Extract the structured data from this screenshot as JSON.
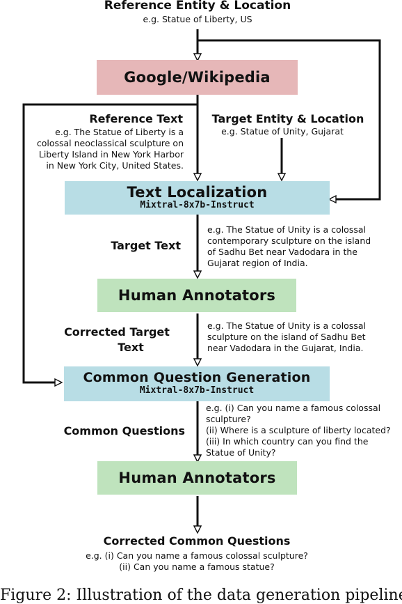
{
  "colors": {
    "google_box": "#e6b7b8",
    "localization_box": "#b8dde5",
    "annotator_box": "#bfe3bd",
    "question_box": "#b8dde5",
    "arrow": "#111111"
  },
  "top": {
    "title": "Reference Entity & Location",
    "example": "e.g. Statue of Liberty, US"
  },
  "google_box": {
    "title": "Google/Wikipedia"
  },
  "reference_text": {
    "title": "Reference Text",
    "lines": [
      "e.g. The Statue of Liberty is a",
      "colossal neoclassical sculpture on",
      "Liberty Island in New York Harbor",
      "in New York City, United States."
    ]
  },
  "target_entity": {
    "title": "Target Entity & Location",
    "example": "e.g. Statue of Unity, Gujarat"
  },
  "localization_box": {
    "title": "Text Localization",
    "model": "Mixtral-8x7b-Instruct"
  },
  "target_text": {
    "label": "Target Text",
    "lines": [
      "e.g. The Statue of Unity is a colossal",
      "contemporary sculpture on the island",
      "of Sadhu Bet near Vadodara in the",
      "Gujarat region of India."
    ]
  },
  "annotators_1": {
    "title": "Human Annotators"
  },
  "corrected_target": {
    "label_line1": "Corrected Target",
    "label_line2": "Text",
    "lines": [
      "e.g. The Statue of Unity is a colossal",
      "sculpture on the island of Sadhu Bet",
      "near Vadodara in the Gujarat, India."
    ]
  },
  "question_box": {
    "title": "Common Question Generation",
    "model": "Mixtral-8x7b-Instruct"
  },
  "common_questions": {
    "label": "Common Questions",
    "lines": [
      "e.g. (i) Can you name a famous colossal",
      "sculpture?",
      "(ii) Where is a sculpture of liberty located?",
      "(iii) In which country can you find the",
      "Statue of Unity?"
    ]
  },
  "annotators_2": {
    "title": "Human Annotators"
  },
  "bottom": {
    "title": "Corrected Common Questions",
    "line1": "e.g. (i) Can you name a famous colossal sculpture?",
    "line2": "(ii) Can you name a famous statue?"
  },
  "caption": {
    "text": "Figure 2: Illustration of the data generation pipeline"
  }
}
